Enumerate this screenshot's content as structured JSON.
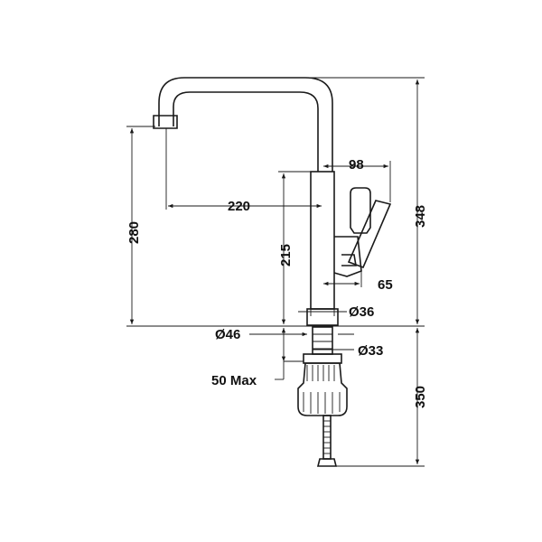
{
  "dimensions": {
    "top_width": "98",
    "spout_reach": "220",
    "spout_height": "280",
    "body_height": "215",
    "total_height": "348",
    "lever_offset": "65",
    "body_diameter": "Ø36",
    "base_diameter": "Ø46",
    "shank_diameter": "Ø33",
    "max_thickness": "50 Max",
    "below_height": "350"
  }
}
